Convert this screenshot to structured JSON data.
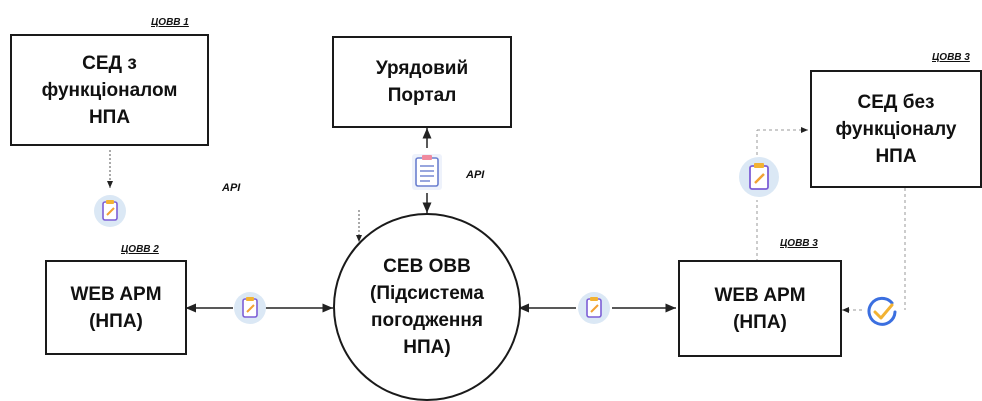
{
  "nodes": {
    "sed_with_npa": "СЕД з\nфункціоналом\nНПА",
    "gov_portal": "Урядовий\nПортал",
    "sed_without_npa": "СЕД без\nфункціоналу\nНПА",
    "web_arm_left": "WEB APM\n(НПА)",
    "seb_ovv": "СЕВ ОВВ\n(Підсистема\nпогодження\nНПА)",
    "web_arm_right": "WEB APM\n(НПА)"
  },
  "tags": {
    "tsovv1": "ЦОВВ 1",
    "tsovv2": "ЦОВВ 2",
    "tsovv3_top": "ЦОВВ 3",
    "tsovv3_mid": "ЦОВВ 3"
  },
  "api_labels": {
    "left": "API",
    "center": "API"
  },
  "icons": [
    "clipboard-icon",
    "document-list-icon",
    "check-circle-icon"
  ]
}
